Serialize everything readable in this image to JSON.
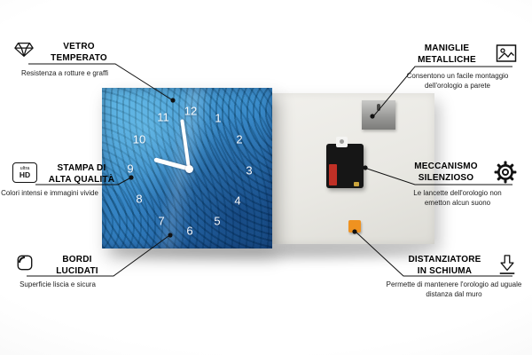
{
  "callouts": [
    {
      "id": "vetro-temperato",
      "title_lines": [
        "VETRO",
        "TEMPERATO"
      ],
      "subtitle": "Resistenza a rotture e graffi",
      "icon": "diamond-icon"
    },
    {
      "id": "stampa-alta-qualita",
      "title_lines": [
        "STAMPA DI",
        "ALTA QUALITÀ"
      ],
      "subtitle": "Colori intensi e immagini vivide",
      "icon": "ultra-hd-icon"
    },
    {
      "id": "bordi-lucidati",
      "title_lines": [
        "BORDI",
        "LUCIDATI"
      ],
      "subtitle": "Superficie liscia e sicura",
      "icon": "polished-edge-icon"
    },
    {
      "id": "maniglie-metalliche",
      "title_lines": [
        "MANIGLIE",
        "METALLICHE"
      ],
      "subtitle": "Consentono un facile montaggio dell'orologio a parete",
      "icon": "picture-frame-icon"
    },
    {
      "id": "meccanismo-silenzioso",
      "title_lines": [
        "MECCANISMO",
        "SILENZIOSO"
      ],
      "subtitle": "Le lancette dell'orologio non emetton alcun suono",
      "icon": "gear-icon"
    },
    {
      "id": "distanziatore-schiuma",
      "title_lines": [
        "DISTANZIATORE",
        "IN SCHIUMA"
      ],
      "subtitle": "Permette di mantenere l'orologio ad uguale distanza dal muro",
      "icon": "foam-distance-icon"
    }
  ],
  "ultra_hd_badge": {
    "top": "ultra",
    "bottom": "HD"
  },
  "clock": {
    "numbers": [
      "12",
      "1",
      "2",
      "3",
      "4",
      "5",
      "6",
      "7",
      "8",
      "9",
      "10",
      "11"
    ]
  },
  "colors": {
    "clock_blue": "#2d7cc0",
    "foam_orange": "#ef9220",
    "battery_red": "#c03026",
    "line": "#111111"
  }
}
